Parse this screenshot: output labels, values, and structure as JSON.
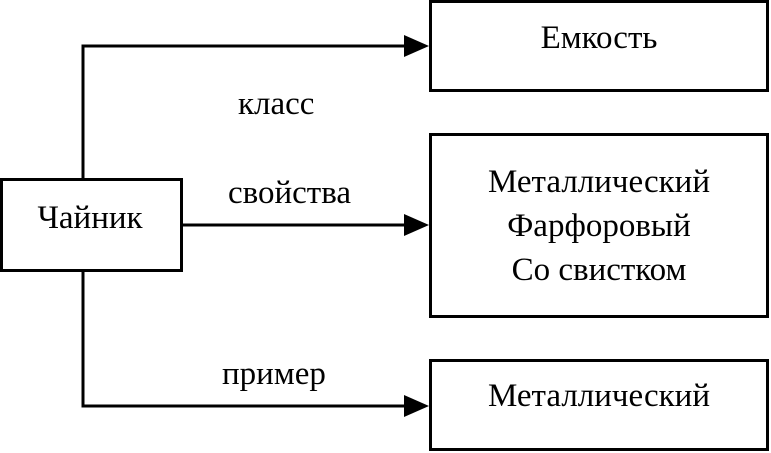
{
  "nodes": {
    "main": "Чайник",
    "class": "Емкость",
    "properties": [
      "Металлический",
      "Фарфоровый",
      "Со свистком"
    ],
    "example": "Металлический"
  },
  "edges": {
    "class": "класс",
    "properties": "свойства",
    "example": "пример"
  },
  "colors": {
    "line": "#000000",
    "background": "#ffffff"
  }
}
